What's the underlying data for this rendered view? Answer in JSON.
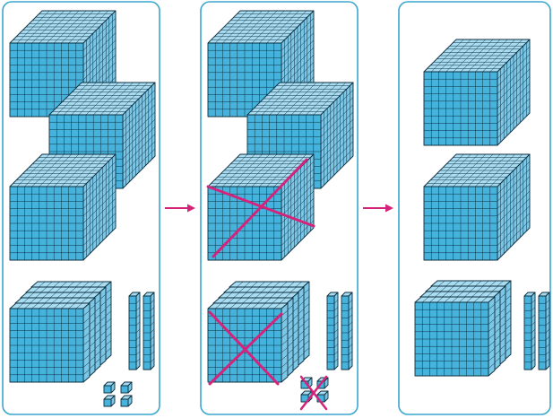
{
  "colors": {
    "block_front": "#46b3dd",
    "block_top": "#a9dcf1",
    "block_side": "#7cc6e6",
    "grid_line": "#0d2f40",
    "panel_border": "#3aa7cf",
    "arrow": "#d4237a",
    "cross": "#d4237a"
  },
  "panels": [
    {
      "name": "panel-before",
      "thousands": 3,
      "hundreds": 5,
      "tens": 2,
      "ones": 4,
      "crossed_out": {}
    },
    {
      "name": "panel-regroup",
      "thousands": 3,
      "hundreds": 5,
      "tens": 2,
      "ones": 4,
      "crossed_out": {
        "thousands": 1,
        "hundreds": 1,
        "ones": 1
      }
    },
    {
      "name": "panel-after",
      "thousands": 2,
      "hundreds": 4,
      "tens": 2,
      "ones": 0,
      "crossed_out": {}
    }
  ],
  "arrows": [
    {
      "name": "arrow-1",
      "icon": "arrow-right-icon"
    },
    {
      "name": "arrow-2",
      "icon": "arrow-right-icon"
    }
  ]
}
